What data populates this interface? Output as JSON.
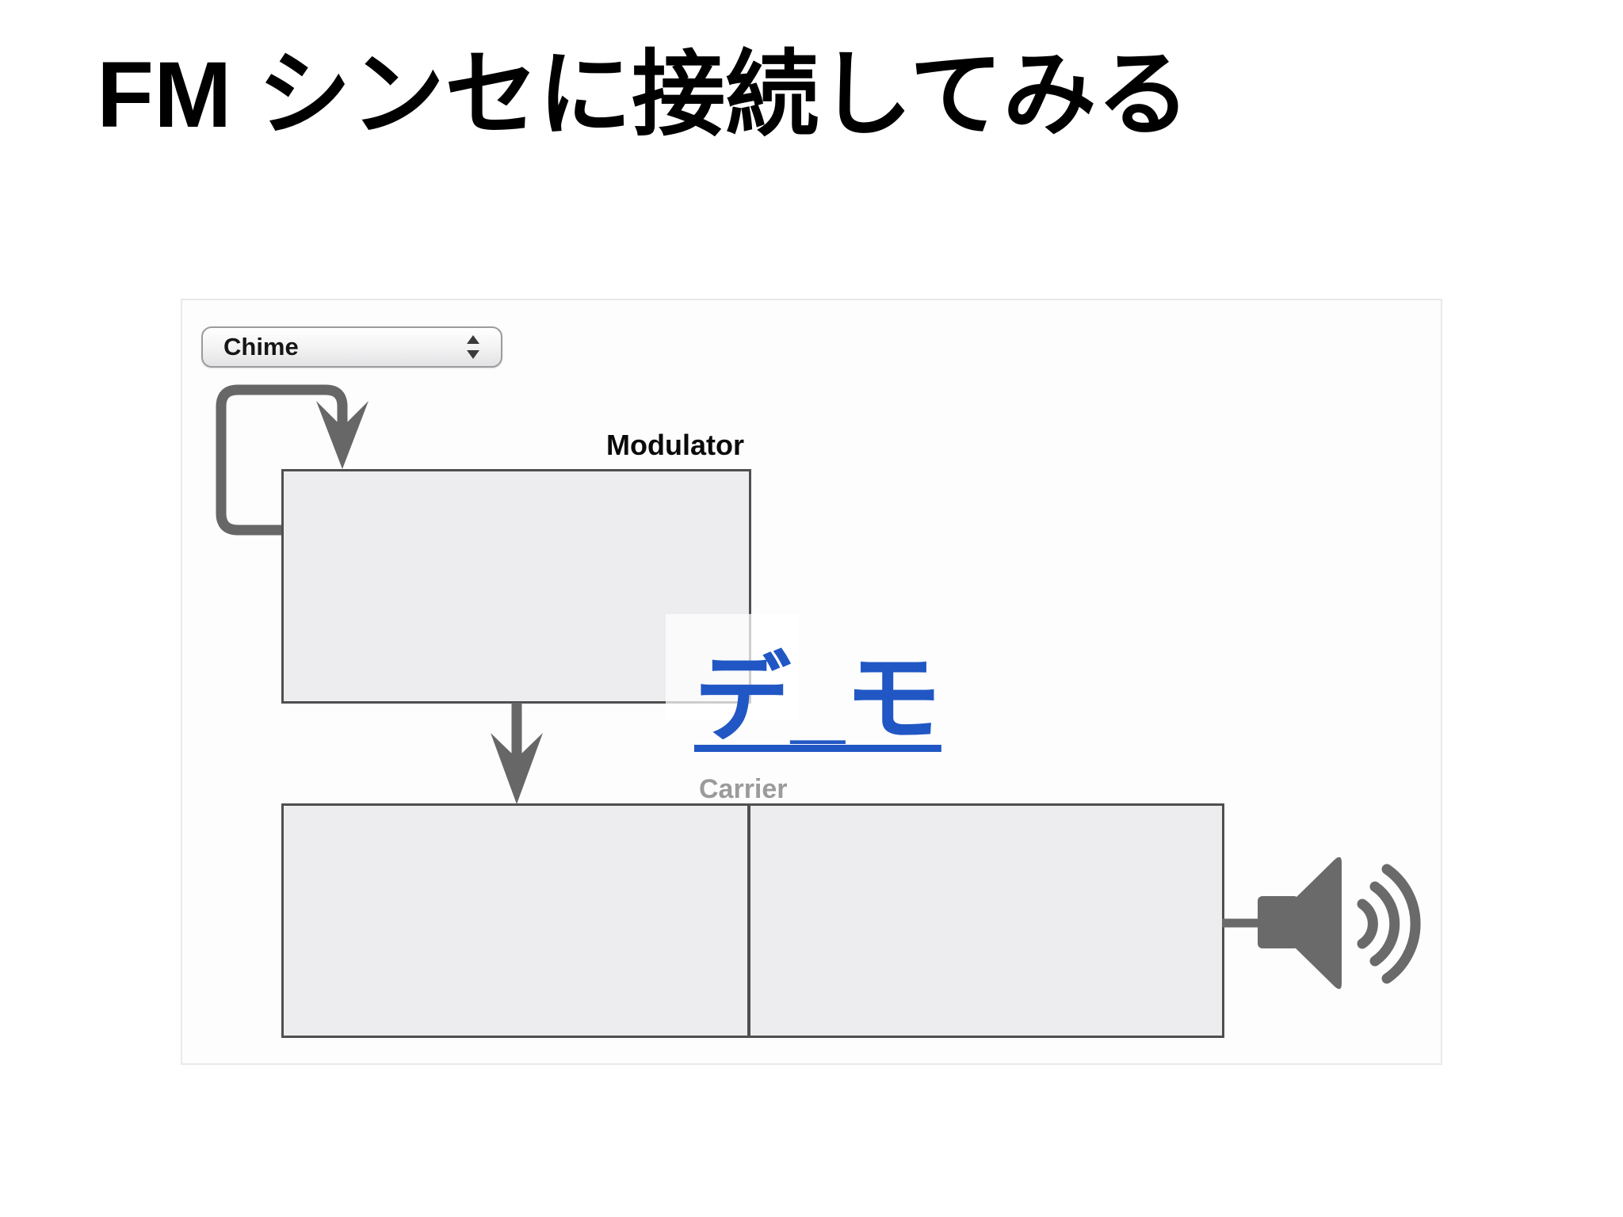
{
  "title": "FM シンセに接続してみる",
  "diagram": {
    "preset_dropdown": {
      "value": "Chime"
    },
    "modulator_label": "Modulator",
    "carrier_label": "Carrier",
    "demo_link": {
      "text": "デ_モ"
    },
    "icons": {
      "dropdown_stepper": "up-down-stepper",
      "feedback_loop": "feedback-loop-arrow",
      "signal_arrow": "down-arrow",
      "output": "speaker-with-sound-waves"
    },
    "colors": {
      "link_blue": "#2157c4",
      "arrow_gray": "#676767",
      "speaker_gray": "#6a6a6a",
      "node_fill": "#edecee",
      "node_border": "#4f4f4f",
      "carrier_label_gray": "#9b9b9b"
    }
  }
}
